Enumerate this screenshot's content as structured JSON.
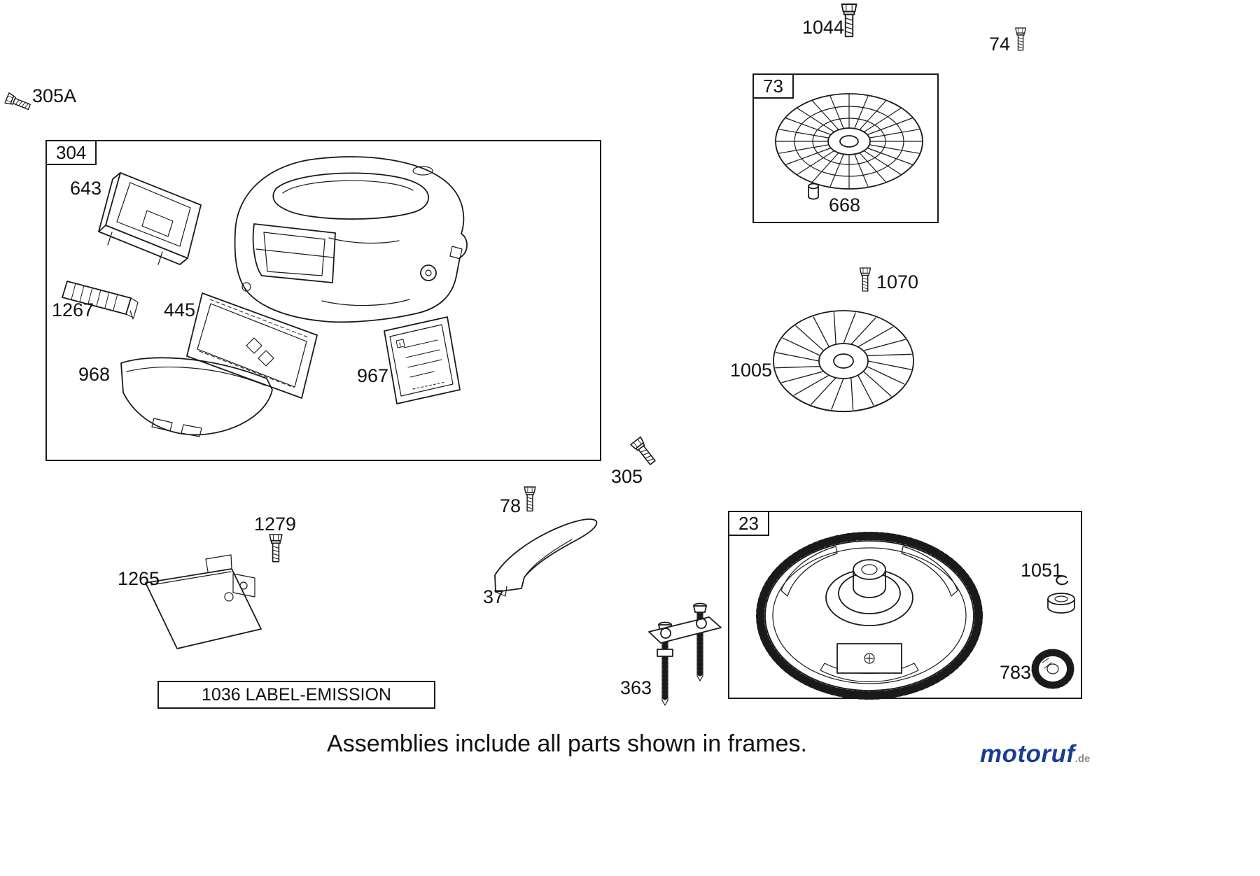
{
  "footer": {
    "note": "Assemblies include all parts shown in frames."
  },
  "watermark": {
    "brand": "motoruf",
    "tld": ".de"
  },
  "boxes": {
    "emission": "1036 LABEL-EMISSION"
  },
  "frames": {
    "housing": "304",
    "screen": "73",
    "flywheel": "23"
  },
  "parts": {
    "p305A": "305A",
    "p1044": "1044",
    "p74": "74",
    "p668": "668",
    "p643": "643",
    "p1267": "1267",
    "p445": "445",
    "p968": "968",
    "p967": "967",
    "p1070": "1070",
    "p1005": "1005",
    "p305": "305",
    "p78": "78",
    "p37": "37",
    "p1279": "1279",
    "p1265": "1265",
    "p1051": "1051",
    "p783": "783",
    "p363": "363"
  },
  "colors": {
    "line": "#1a1a1a",
    "brand_blue": "#1b3e8e",
    "tld_gray": "#8c8c8c"
  }
}
